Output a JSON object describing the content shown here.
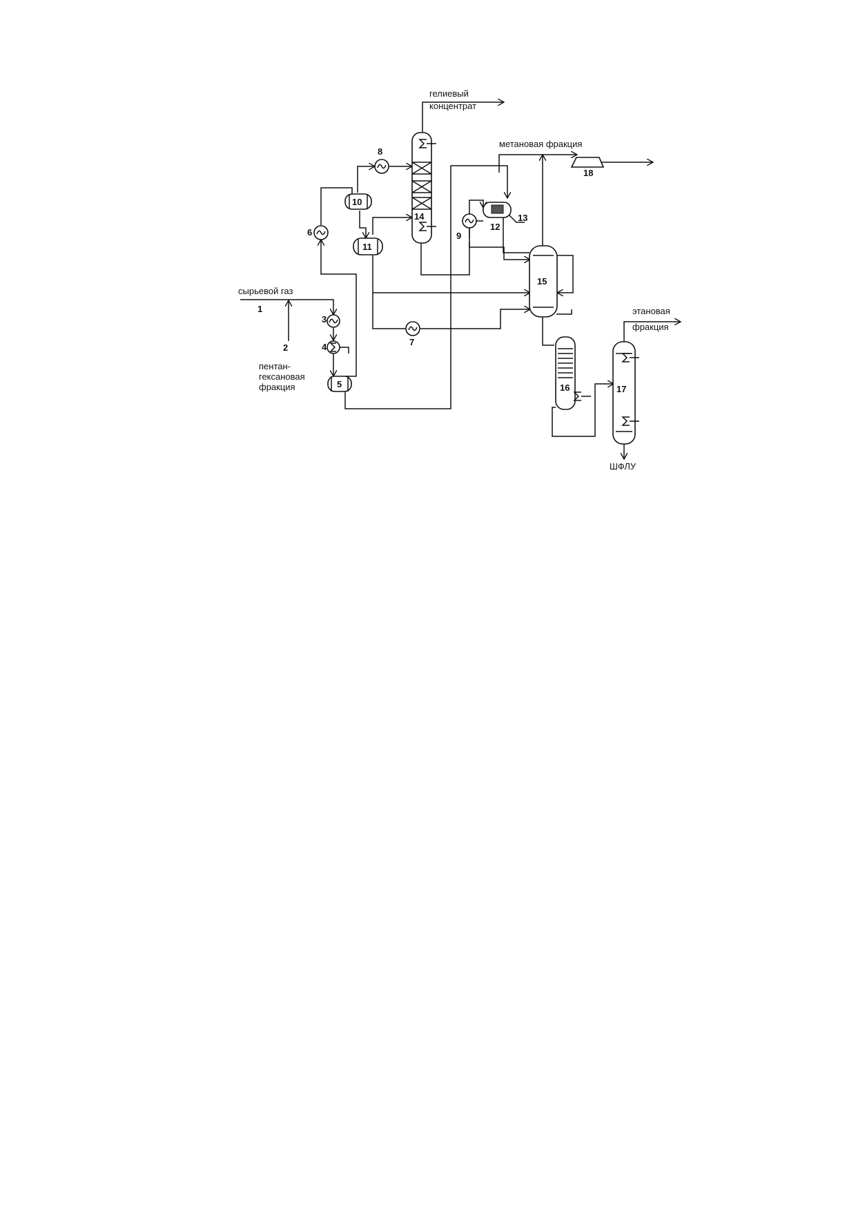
{
  "streams": {
    "raw_gas": "сырьевой газ",
    "pentane_hexane_1": "пентан-",
    "pentane_hexane_2": "гексановая",
    "pentane_hexane_3": "фракция",
    "helium_1": "гелиевый",
    "helium_2": "концентрат",
    "methane": "метановая фракция",
    "ethane_1": "этановая",
    "ethane_2": "фракция",
    "ngl": "ШФЛУ"
  },
  "numbers": {
    "n1": "1",
    "n2": "2",
    "n3": "3",
    "n4": "4",
    "n5": "5",
    "n6": "6",
    "n7": "7",
    "n8": "8",
    "n9": "9",
    "n10": "10",
    "n11": "11",
    "n12": "12",
    "n13": "13",
    "n14": "14",
    "n15": "15",
    "n16": "16",
    "n17": "17",
    "n18": "18"
  }
}
